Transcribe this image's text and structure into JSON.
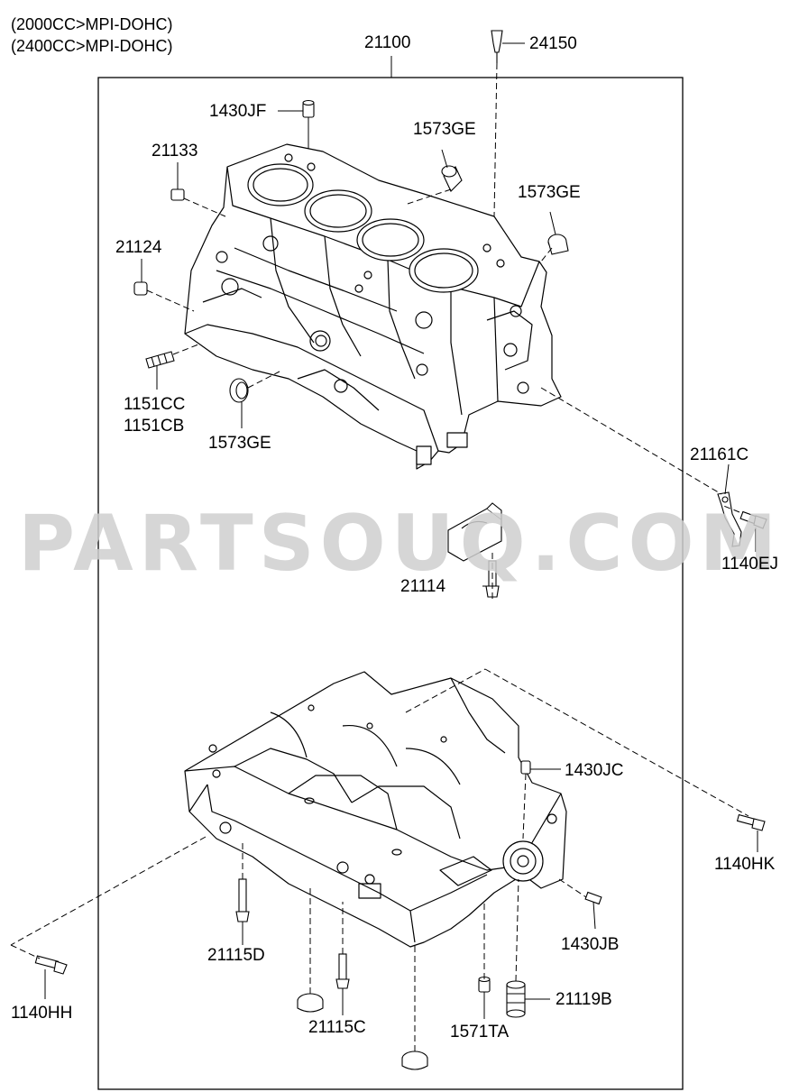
{
  "header": {
    "line1": "(2000CC>MPI-DOHC)",
    "line2": "(2400CC>MPI-DOHC)"
  },
  "watermark": "PARTSOUQ.COM",
  "labels": {
    "main_assembly": "21100",
    "p24150": "24150",
    "p1430JF": "1430JF",
    "p1573GE_top": "1573GE",
    "p1573GE_right": "1573GE",
    "p21133": "21133",
    "p21124": "21124",
    "p1151CC": "1151CC",
    "p1151CB": "1151CB",
    "p1573GE_bottom": "1573GE",
    "p21161C": "21161C",
    "p1140EJ": "1140EJ",
    "p21114": "21114",
    "p1430JC": "1430JC",
    "p1140HK": "1140HK",
    "p1430JB": "1430JB",
    "p21115D": "21115D",
    "p1140HH": "1140HH",
    "p21115C": "21115C",
    "p1571TA": "1571TA",
    "p21119B": "21119B"
  }
}
